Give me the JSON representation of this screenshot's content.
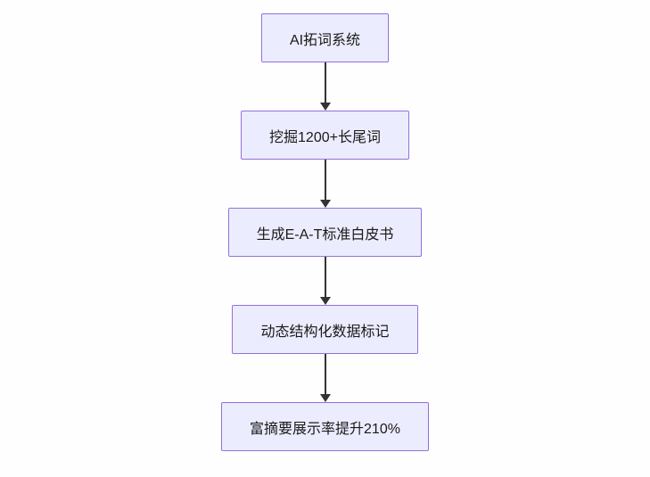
{
  "diagram": {
    "type": "flowchart",
    "direction": "top-down",
    "nodes": [
      {
        "id": "n1",
        "label": "AI拓词系统"
      },
      {
        "id": "n2",
        "label": "挖掘1200+长尾词"
      },
      {
        "id": "n3",
        "label": "生成E-A-T标准白皮书"
      },
      {
        "id": "n4",
        "label": "动态结构化数据标记"
      },
      {
        "id": "n5",
        "label": "富摘要展示率提升210%"
      }
    ],
    "edges": [
      {
        "from": "n1",
        "to": "n2"
      },
      {
        "from": "n2",
        "to": "n3"
      },
      {
        "from": "n3",
        "to": "n4"
      },
      {
        "from": "n4",
        "to": "n5"
      }
    ],
    "colors": {
      "node_fill": "#ececff",
      "node_border": "#9370db",
      "arrow": "#333333",
      "background": "#fefefe",
      "text": "#1a1a1a"
    }
  }
}
